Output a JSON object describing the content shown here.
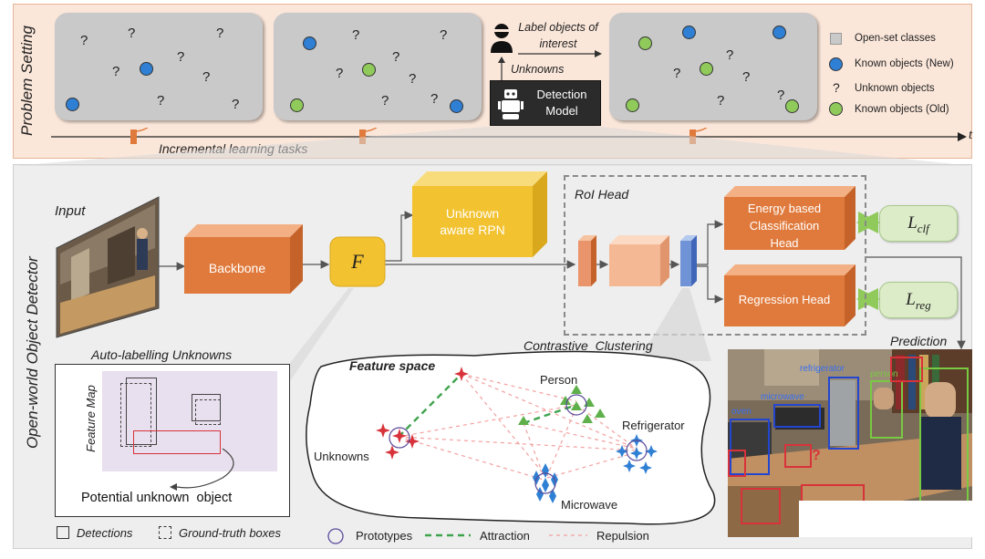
{
  "problem_setting": {
    "side_label": "Problem Setting",
    "timeline_label": "Incremental learning tasks",
    "timeline_end": "t",
    "label_objects": "Label objects of interest",
    "unknowns": "Unknowns",
    "detection_model": "Detection Model",
    "question_mark": "?"
  },
  "legend": {
    "open_set": "Open-set classes",
    "known_new": "Known objects (New)",
    "unknown": "Unknown objects",
    "unknown_symbol": "?",
    "known_old": "Known objects (Old)"
  },
  "detector": {
    "side_label": "Open-world Object Detector",
    "input": "Input",
    "backbone": "Backbone",
    "f": "F",
    "rpn": "Unknown aware RPN",
    "roi_head": "RoI Head",
    "classification_head": "Energy based Classification Head",
    "regression_head": "Regression Head",
    "loss_clf": "L",
    "loss_clf_sub": "clf",
    "loss_reg": "L",
    "loss_reg_sub": "reg",
    "prediction": "Prediction"
  },
  "auto_label": {
    "title": "Auto-labelling Unknowns",
    "feature_map": "Feature Map",
    "potential": "Potential unknown  object",
    "detections": "Detections",
    "gt_boxes": "Ground-truth boxes"
  },
  "clustering": {
    "title": "Contrastive  Clustering",
    "feature_space": "Feature space",
    "person": "Person",
    "refrigerator": "Refrigerator",
    "unknowns": "Unknowns",
    "microwave": "Microwave",
    "prototypes": "Prototypes",
    "attraction": "Attraction",
    "repulsion": "Repulsion"
  },
  "prediction_labels": {
    "refrigerator": "refrigerator",
    "microwave": "microwave",
    "oven": "oven",
    "person": "person",
    "q": "?"
  },
  "colors": {
    "blue": "#2f7fd4",
    "green": "#8fca5a",
    "orange": "#e07a3c",
    "yellow": "#f2c230",
    "red": "#d8323a"
  }
}
